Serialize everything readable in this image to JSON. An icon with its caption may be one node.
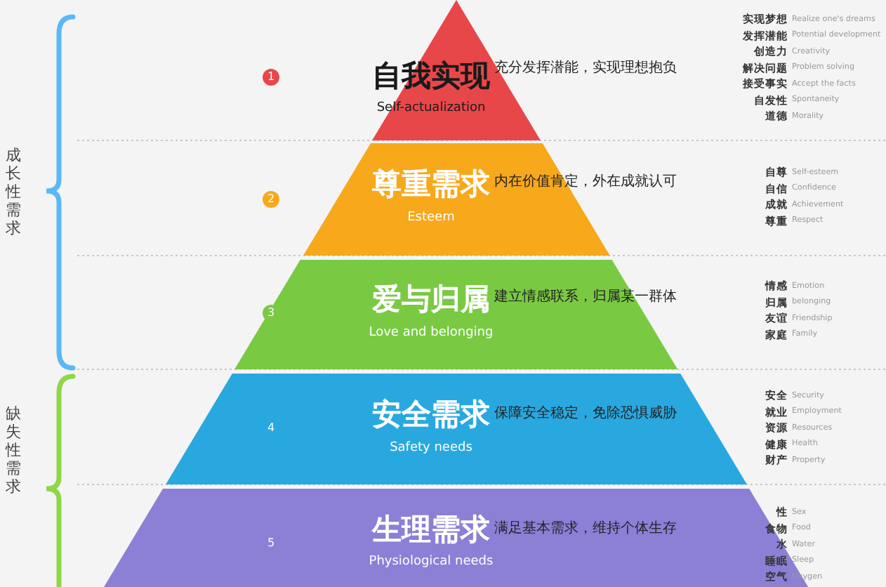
{
  "diagram": {
    "nodes": [
      {
        "text": [
          "自我实现",
          "Self-actualization"
        ],
        "beside": [
          "充分发挥潜能，实现理想抱负"
        ]
      },
      {
        "text": [
          "尊重需求",
          "Esteem"
        ],
        "beside": [
          "内在价值肯定，外在成就认可"
        ]
      },
      {
        "text": [
          "爱与归属",
          "Love and belonging",
          "建立情感联系，归属某一群体"
        ]
      },
      {
        "text": [
          "安全需求",
          "Safety needs",
          "保障安全稳定，免除恐惧威胁"
        ]
      },
      {
        "text": [
          "生理需求",
          "Physiological needs",
          "满足基本需求，维持个体生存"
        ]
      }
    ],
    "labels": [
      "成长性需求",
      "缺失性需求",
      "1",
      "实现梦想",
      "Realize one's dreams",
      "发挥潜能",
      "Potential development",
      "创造力",
      "Creativity",
      "解决问题",
      "Problem solving",
      "接受事实",
      "Accept the facts",
      "自发性",
      "Spontaneity",
      "道德",
      "Morality",
      "2",
      "自尊",
      "Self-esteem",
      "自信",
      "Confidence",
      "成就",
      "Achievement",
      "尊重",
      "Respect",
      "3",
      "情感",
      "Emotion",
      "归属",
      "belonging",
      "友谊",
      "Friendship",
      "家庭",
      "Family",
      "4",
      "安全",
      "Security",
      "就业",
      "Employment",
      "资源",
      "Resources",
      "健康",
      "Health",
      "财产",
      "Property",
      "5",
      "性",
      "Sex",
      "食物",
      "Food",
      "水",
      "Water",
      "睡眠",
      "Sleep",
      "空气",
      "Oxygen"
    ]
  }
}
